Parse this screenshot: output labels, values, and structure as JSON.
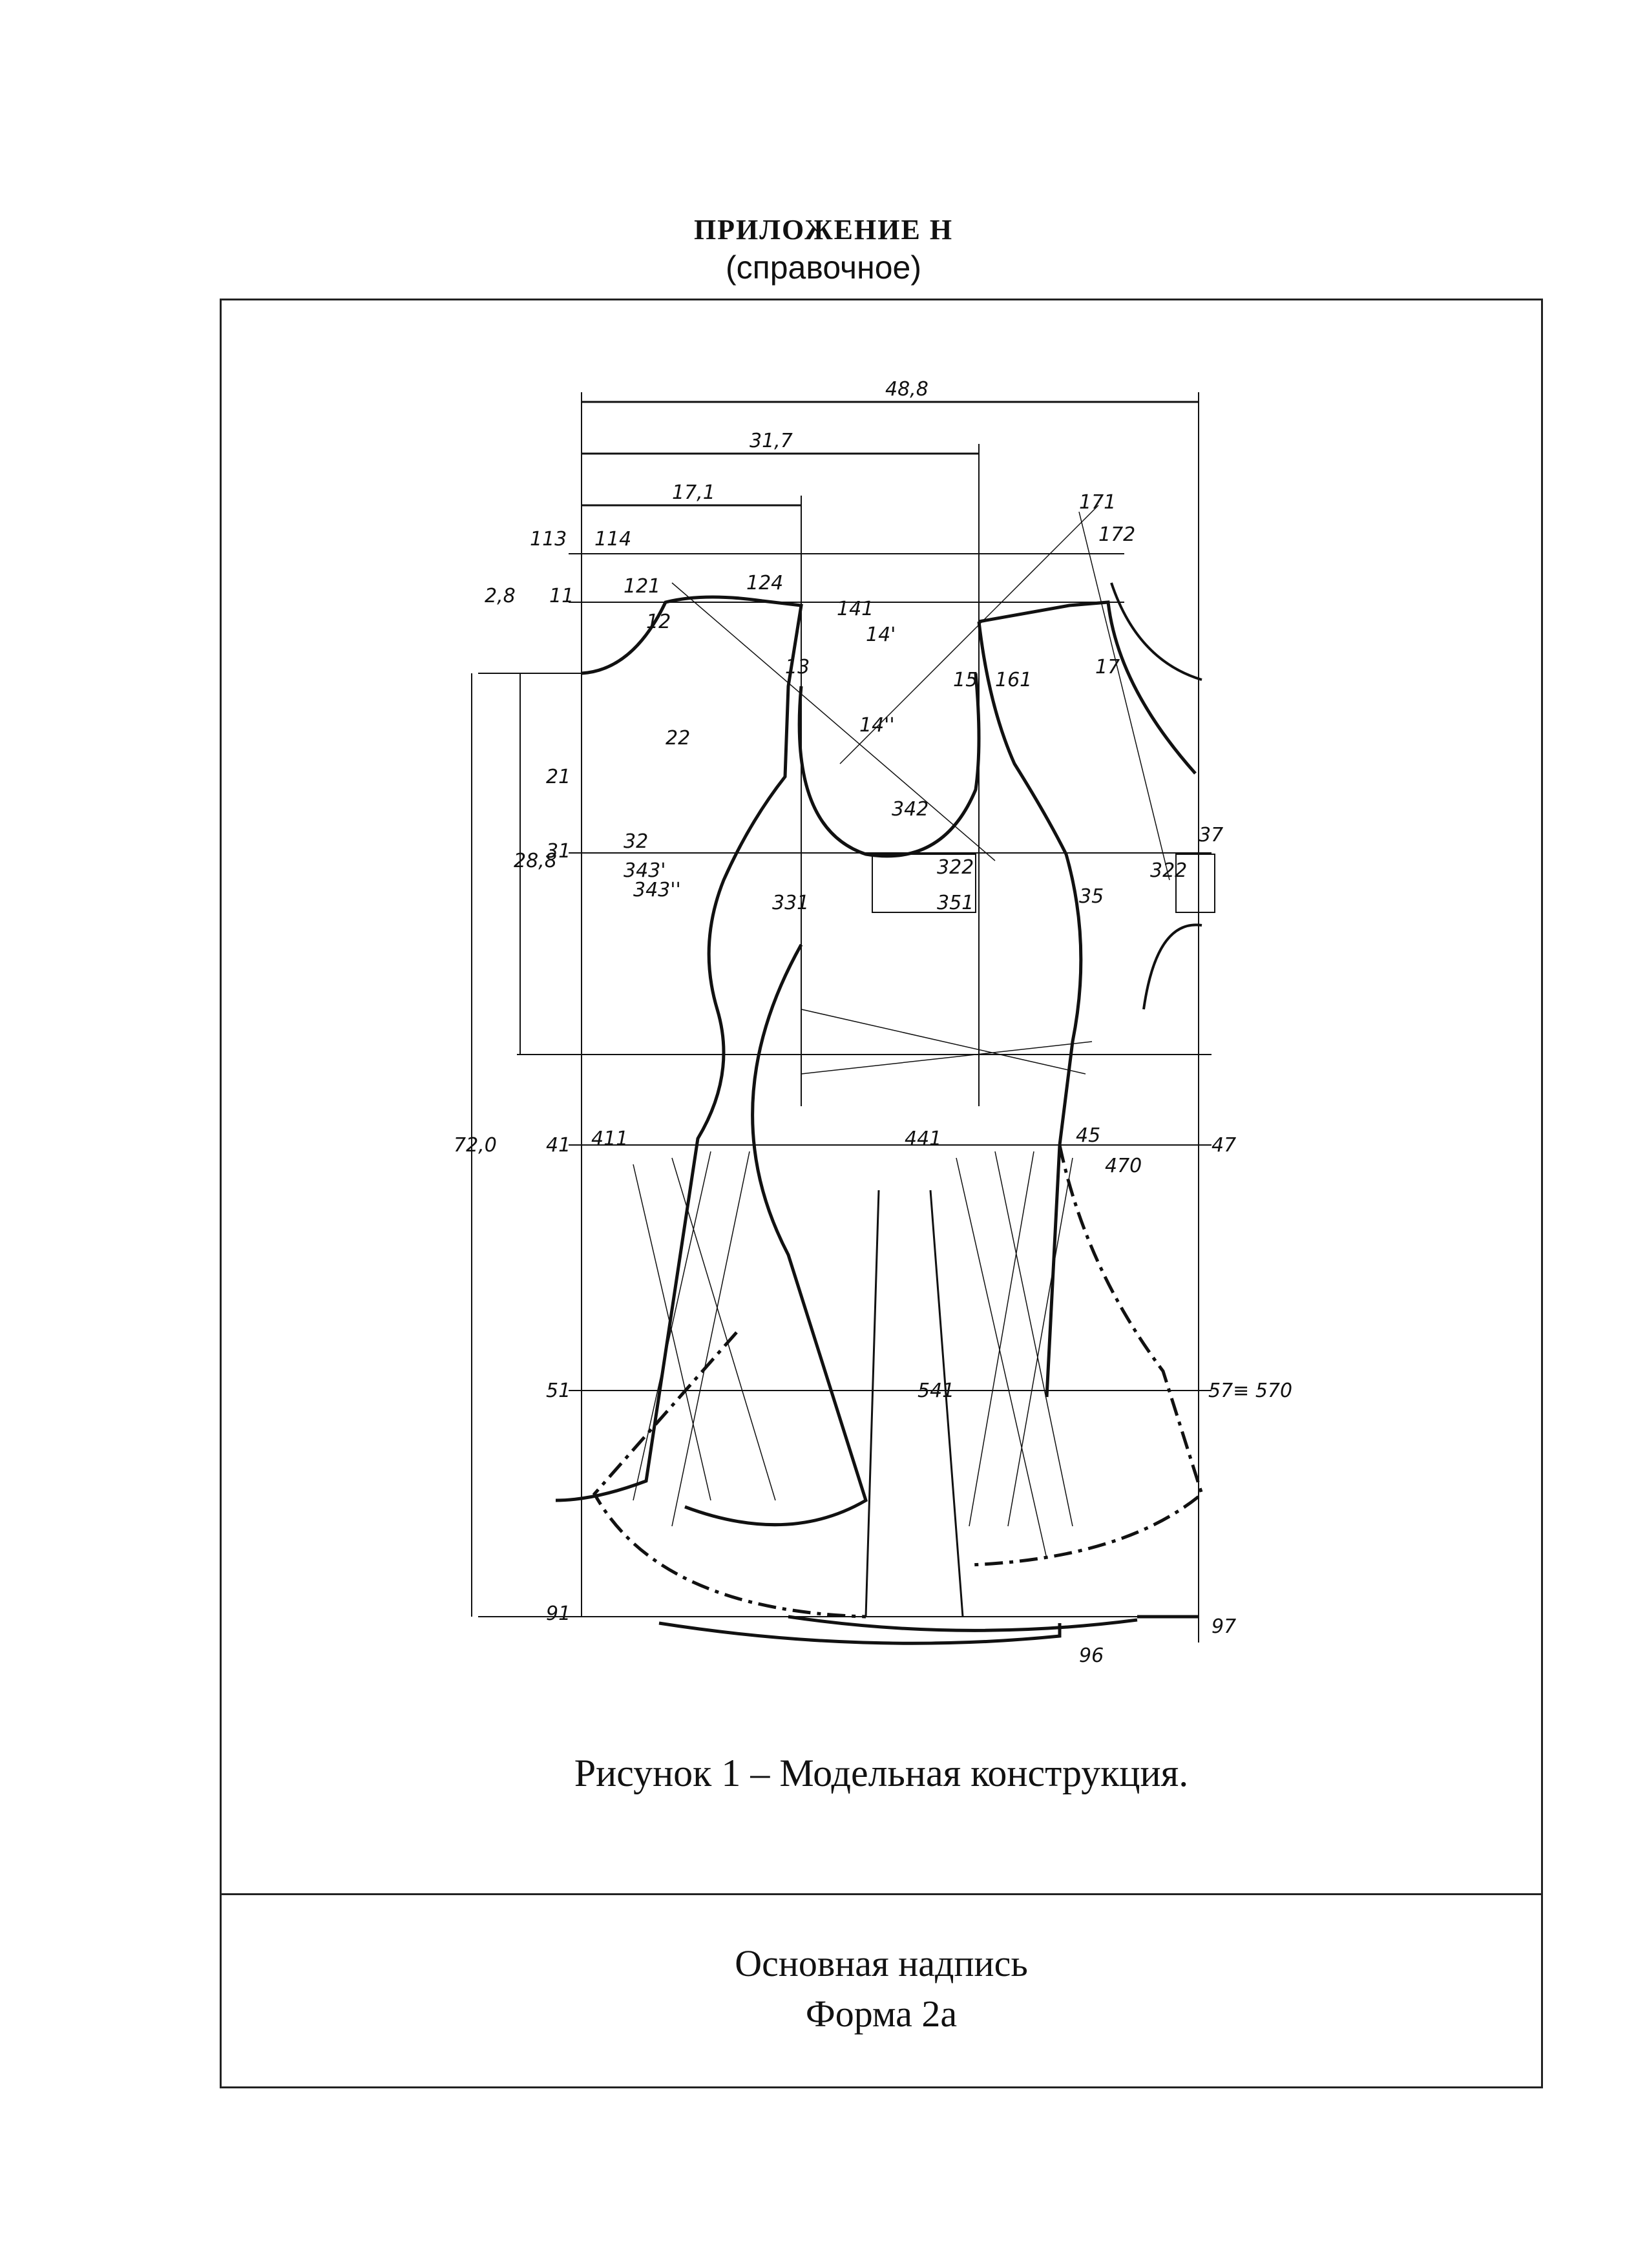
{
  "header": {
    "title": "ПРИЛОЖЕНИЕ Н",
    "subtitle": "(справочное)"
  },
  "figure": {
    "caption": "Рисунок 1 – Модельная конструкция.",
    "dimensions": {
      "top_total": "48,8",
      "top_mid": "31,7",
      "top_left": "17,1",
      "small_left": "2,8",
      "armhole_depth": "28,8",
      "total_length": "72,0"
    },
    "point_labels": {
      "p113": "113",
      "p114": "114",
      "p11": "11",
      "p121": "121",
      "p124": "124",
      "p12": "12",
      "p141": "141",
      "p14p": "14'",
      "p13": "13",
      "p171": "171",
      "p172": "172",
      "p161": "161",
      "p17": "17",
      "p15": "15",
      "p14pp": "14''",
      "p22": "22",
      "p21": "21",
      "p31": "31",
      "p32": "32",
      "p343": "343'",
      "p3432": "343''",
      "p342": "342",
      "p331": "331",
      "p322": "322",
      "p351": "351",
      "p35": "35",
      "p3222": "322",
      "p37": "37",
      "p41": "41",
      "p411": "411",
      "p441": "441",
      "p45": "45",
      "p470": "470",
      "p47": "47",
      "p51": "51",
      "p541": "541",
      "p57": "57≡ 570",
      "p91": "91",
      "p96": "96",
      "p97": "97"
    }
  },
  "title_block": {
    "line1": "Основная надпись",
    "line2": "Форма 2а"
  }
}
